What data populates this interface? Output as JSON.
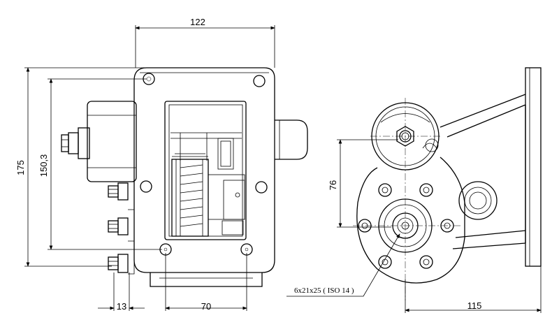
{
  "dimensions": {
    "top_width": "122",
    "overall_height": "175",
    "inner_height": "150,3",
    "bottom_offset": "13",
    "hole_spacing": "70",
    "vertical_offset": "76",
    "side_depth": "115"
  },
  "shaft_note": "6x21x25 ( ISO 14 )"
}
